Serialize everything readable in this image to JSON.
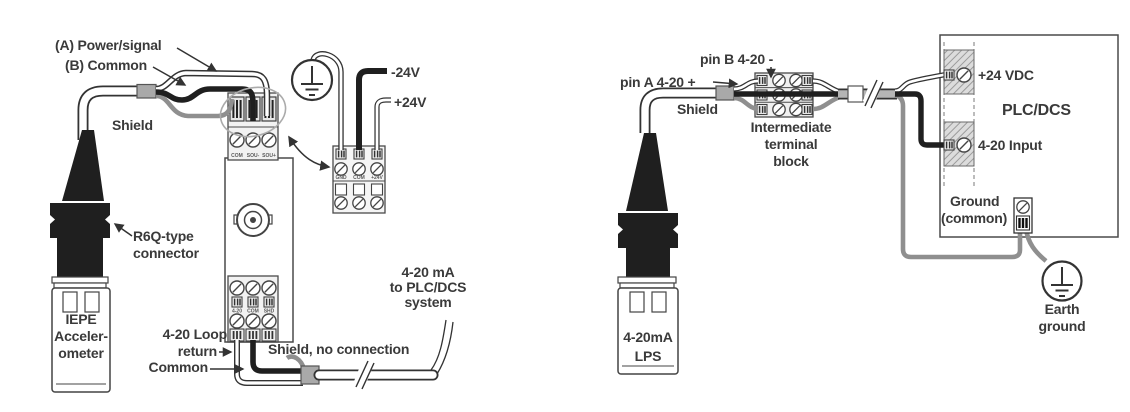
{
  "left": {
    "label_a": "(A) Power/signal",
    "label_b": "(B) Common",
    "shield": "Shield",
    "r6q_line1": "R6Q-type",
    "r6q_line2": "connector",
    "sensor_line1": "IEPE",
    "sensor_line2": "Acceler-",
    "sensor_line3": "ometer",
    "neg24v": "-24V",
    "pos24v": "+24V",
    "loop_line1": "4-20 Loop",
    "loop_line2": "return",
    "common_label": "Common",
    "shield_nc": "Shield, no connection",
    "out_line1": "4-20 mA",
    "out_line2": "to PLC/DCS",
    "out_line3": "system",
    "top_terminals": {
      "t1": "COM",
      "t2": "SOU-",
      "t3": "SOU+"
    },
    "bottom_terminals": {
      "t1": "4-20",
      "t2": "COM",
      "t3": "SHD"
    },
    "psu_terminals": {
      "t1": "GND",
      "t2": "COM",
      "t3": "+24V"
    }
  },
  "right": {
    "pin_b": "pin B 4-20 -",
    "pin_a": "pin A 4-20 +",
    "shield": "Shield",
    "block_line1": "Intermediate",
    "block_line2": "terminal",
    "block_line3": "block",
    "sensor_line1": "4-20mA",
    "sensor_line2": "LPS",
    "vdc": "+24 VDC",
    "plc": "PLC/DCS",
    "input": "4-20 Input",
    "ground_line1": "Ground",
    "ground_line2": "(common)",
    "earth_line1": "Earth",
    "earth_line2": "ground"
  },
  "colors": {
    "wire_black": "#1f1f1f",
    "wire_gray": "#8f8f8f",
    "outline": "#3f3f3f",
    "text": "#3a3a3a"
  }
}
